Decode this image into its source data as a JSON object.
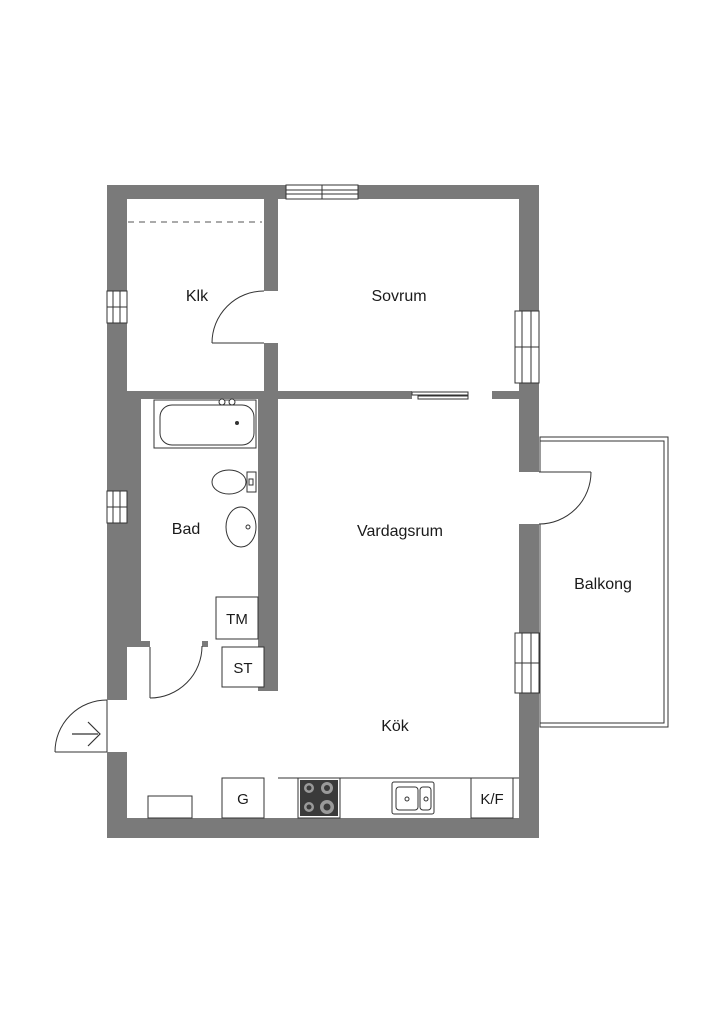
{
  "rooms": {
    "klk": "Klk",
    "sovrum": "Sovrum",
    "bad": "Bad",
    "vardagsrum": "Vardagsrum",
    "balkong": "Balkong",
    "kok": "Kök"
  },
  "fixtures": {
    "tm": "TM",
    "st": "ST",
    "g": "G",
    "kf": "K/F"
  },
  "colors": {
    "wall": "#7a7a7a",
    "line": "#333333",
    "background": "#ffffff"
  }
}
